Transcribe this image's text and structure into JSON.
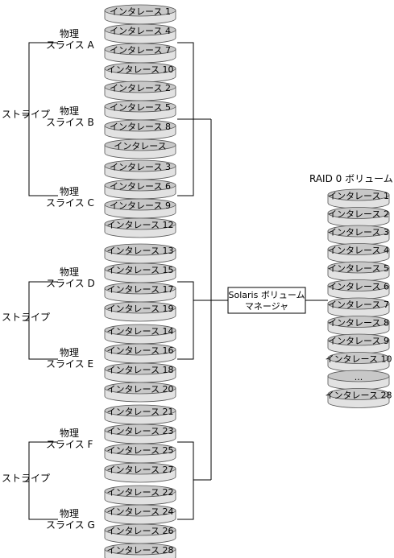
{
  "stripes": [
    {
      "label": "ストライプ",
      "slices": [
        {
          "label_line1": "物理",
          "label_line2": "スライス A",
          "disks": [
            "インタレース 1",
            "インタレース 4",
            "インタレース 7",
            "インタレース 10"
          ]
        },
        {
          "label_line1": "物理",
          "label_line2": "スライス B",
          "disks": [
            "インタレース 2",
            "インタレース 5",
            "インタレース 8",
            "インタレース"
          ]
        },
        {
          "label_line1": "物理",
          "label_line2": "スライス C",
          "disks": [
            "インタレース 3",
            "インタレース 6",
            "インタレース 9",
            "インタレース 12"
          ]
        }
      ]
    },
    {
      "label": "ストライプ",
      "slices": [
        {
          "label_line1": "物理",
          "label_line2": "スライス D",
          "disks": [
            "インタレース 13",
            "インタレース 15",
            "インタレース 17",
            "インタレース 19"
          ]
        },
        {
          "label_line1": "物理",
          "label_line2": "スライス E",
          "disks": [
            "インタレース 14",
            "インタレース 16",
            "インタレース 18",
            "インタレース 20"
          ]
        }
      ]
    },
    {
      "label": "ストライプ",
      "slices": [
        {
          "label_line1": "物理",
          "label_line2": "スライス F",
          "disks": [
            "インタレース 21",
            "インタレース 23",
            "インタレース 25",
            "インタレース 27"
          ]
        },
        {
          "label_line1": "物理",
          "label_line2": "スライス G",
          "disks": [
            "インタレース 22",
            "インタレース 24",
            "インタレース 26",
            "インタレース 28"
          ]
        }
      ]
    }
  ],
  "manager": {
    "line1": "Solaris ボリューム",
    "line2": "マネージャ"
  },
  "volume": {
    "title": "RAID 0 ボリューム",
    "disks": [
      "インタレース 1",
      "インタレース 2",
      "インタレース 3",
      "インタレース 4",
      "インタレース 5",
      "インタレース 6",
      "インタレース 7",
      "インタレース 8",
      "インタレース 9",
      "インタレース 10",
      "...",
      "インタレース 28"
    ]
  },
  "colors": {
    "disk_fill": "#e2e2e2",
    "disk_top": "#c8c8c8",
    "line": "#000000"
  }
}
